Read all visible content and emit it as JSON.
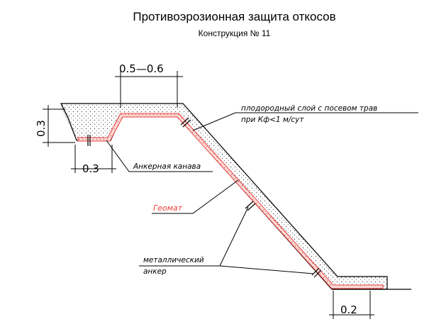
{
  "header": {
    "title": "Противоэрозионная защита откосов",
    "subtitle": "Конструкция № 11"
  },
  "dimensions": {
    "top_width": "0.5—0.6",
    "left_height": "0.3",
    "trench_width": "0.3",
    "bottom_offset": "0.2"
  },
  "labels": {
    "fertile_layer_line1": "плодородный слой с посевом трав",
    "fertile_layer_line2": "при Кф<1 м/сут",
    "anchor_trench": "Анкерная канава",
    "geomat": "Геомат",
    "metal_anchor_line1": "металлический",
    "metal_anchor_line2": "анкер"
  },
  "colors": {
    "geomat": "#e8403a",
    "soil_fill": "#d8d8d8"
  }
}
